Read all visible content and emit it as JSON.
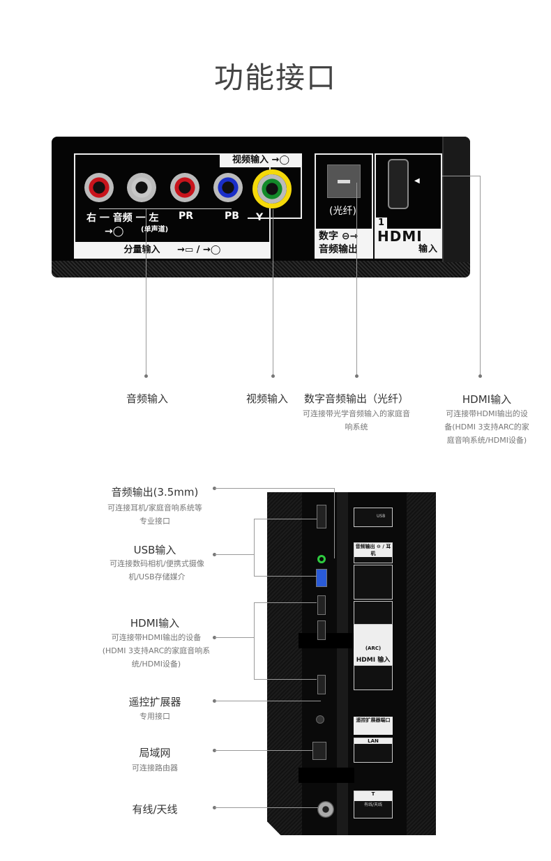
{
  "page_title": "功能接口",
  "top_panel": {
    "video_in_label": "视频输入",
    "audio_label": "右 一 音频 一 左",
    "mono_label": "(单声道)",
    "pr_label": "PR",
    "pb_label": "PB",
    "y_label": "Y",
    "component_label": "分量输入",
    "component_symbols": "→▭ / →◯",
    "optical_label": "(光纤)",
    "digital_audio_line1": "数字",
    "digital_audio_line2": "音频输出",
    "hdmi_number": "1",
    "hdmi_logo": "HDMI",
    "hdmi_in": "输入",
    "jack_colors": [
      "#c8141c",
      "#c8c8c8",
      "#c8141c",
      "#1a2fc8",
      "#138a2a"
    ],
    "video_ring_color": "#f5d90a"
  },
  "top_callouts": [
    {
      "title": "音频输入",
      "desc": ""
    },
    {
      "title": "视频输入",
      "desc": ""
    },
    {
      "title": "数字音频输出（光纤）",
      "desc": "可连接带光学音频输入的家庭音响系统"
    },
    {
      "title": "HDMI输入",
      "desc": "可连接带HDMI输出的设备(HDMI 3支持ARC的家庭音响系统/HDMI设备)"
    }
  ],
  "side_callouts": [
    {
      "title": "音频输出(3.5mm)",
      "desc": "可连接耳机/家庭音响系统等专业接口"
    },
    {
      "title": "USB输入",
      "desc": "可连接数码相机/便携式摄像机/USB存储媒介"
    },
    {
      "title": "HDMI输入",
      "desc": "可连接带HDMI输出的设备(HDMI 3支持ARC的家庭音响系统/HDMI设备)"
    },
    {
      "title": "遥控扩展器",
      "desc": "专用接口"
    },
    {
      "title": "局域网",
      "desc": "可连接路由器"
    },
    {
      "title": "有线/天线",
      "desc": ""
    }
  ],
  "side_panel": {
    "usb_label": "USB",
    "headphone_label": "音频输出 ⊖ / 耳机",
    "arc_label": "(ARC)",
    "hdmi_logo": "HDMI",
    "hdmi_in": "输入",
    "ir_label": "遥控扩展器端口",
    "lan_label": "LAN",
    "antenna_label": "有线/天线"
  }
}
